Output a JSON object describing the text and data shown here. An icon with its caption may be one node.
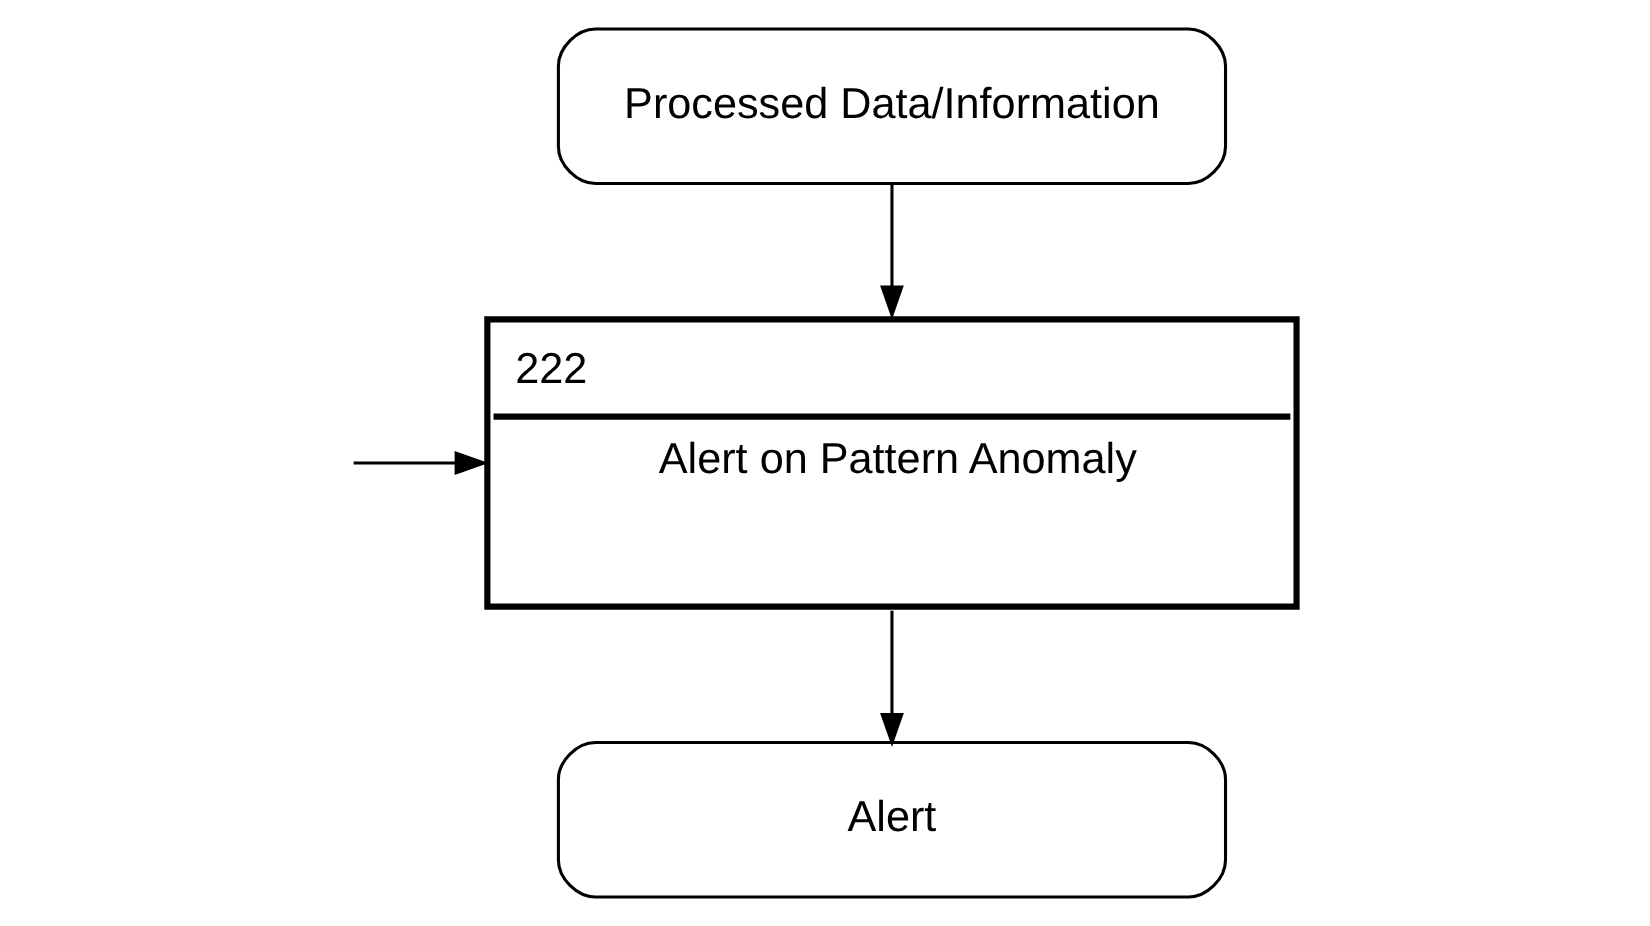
{
  "diagram": {
    "nodes": [
      {
        "text": [
          "Processed Data/Information"
        ]
      },
      {
        "text": [
          "222",
          "Alert on Pattern Anomaly"
        ]
      },
      {
        "text": [
          "Alert"
        ]
      }
    ],
    "edges": [
      {
        "from": 0,
        "to": 1,
        "arrow": "to"
      },
      {
        "from": null,
        "to": 1,
        "arrow": "to"
      },
      {
        "from": 1,
        "to": 2,
        "arrow": "to"
      }
    ]
  }
}
